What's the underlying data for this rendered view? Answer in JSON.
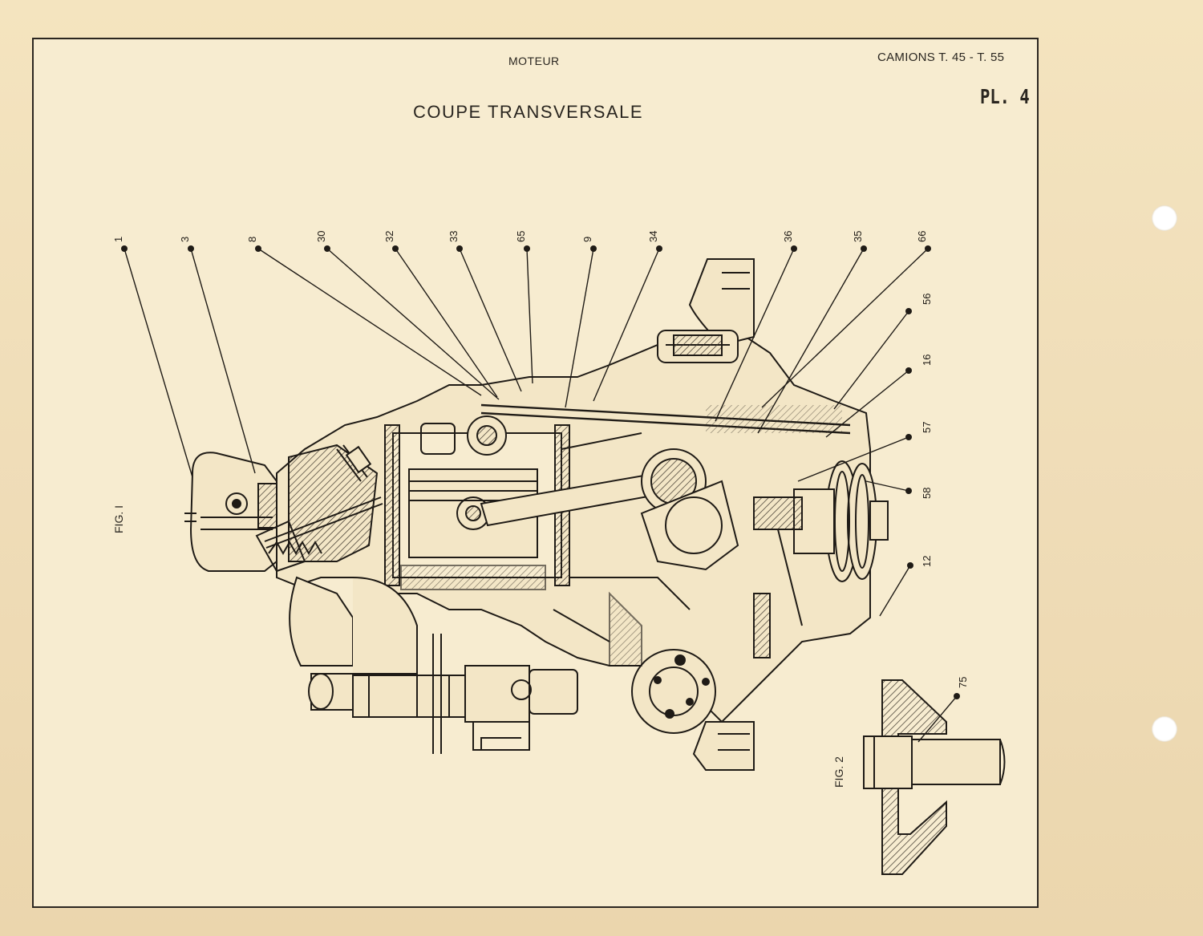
{
  "header": {
    "section": "MOTEUR",
    "model": "CAMIONS T. 45 - T. 55",
    "plate": "PL. 4"
  },
  "title": "COUPE TRANSVERSALE",
  "figures": {
    "fig1_label": "FIG. I",
    "fig2_label": "FIG. 2"
  },
  "callouts": [
    "1",
    "3",
    "8",
    "30",
    "32",
    "33",
    "65",
    "9",
    "34",
    "36",
    "35",
    "66",
    "56",
    "16",
    "57",
    "58",
    "12",
    "75"
  ],
  "colors": {
    "ink": "#1f1b16",
    "paper": "#f7ecd0",
    "hatch": "#3a332a"
  }
}
